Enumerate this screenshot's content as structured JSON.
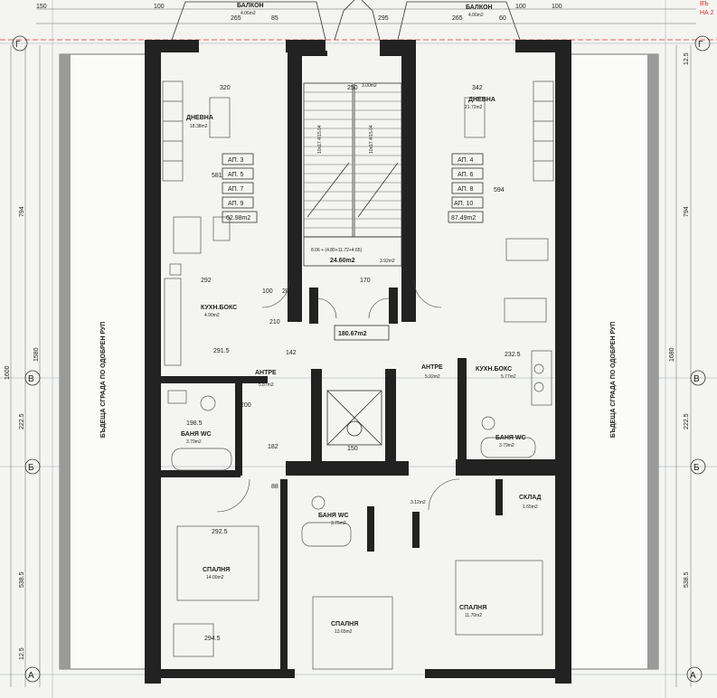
{
  "axes": {
    "top": [
      "Г",
      "Г"
    ],
    "upper": [
      "В",
      "В"
    ],
    "middle": [
      "Б",
      "Б"
    ],
    "bottom": [
      "А",
      "А"
    ]
  },
  "balconies": [
    {
      "label": "БАЛКОН",
      "area": "4.06m2"
    },
    {
      "label": "БАЛКОН",
      "area": "4.06m2"
    }
  ],
  "corner_red": [
    "ВЪ",
    "НА 2"
  ],
  "neighbor_left": "БЪДЕЩА СГРАДА ПО ОДОБРЕН РУП",
  "neighbor_right": "БЪДЕЩА СГРАДА ПО ОДОБРЕН РУП",
  "left_apartment": {
    "living": {
      "name": "ДНЕВНА",
      "area": "18.38m2"
    },
    "apartments": [
      "АП. 3",
      "АП. 5",
      "АП. 7",
      "АП. 9"
    ],
    "total": "62.98m2",
    "kitchen": {
      "name": "КУХН.БОКС",
      "area": "4.90m2"
    },
    "hall": {
      "name": "АНТРЕ",
      "area": "5.87m2"
    },
    "bath": {
      "name": "БАНЯ WC",
      "area": "3.79m2"
    },
    "bedroom": {
      "name": "СПАЛНЯ",
      "area": "14.00m2"
    }
  },
  "right_apartment": {
    "living": {
      "name": "ДНЕВНА",
      "area": "21.72m2"
    },
    "apartments": [
      "АП. 4",
      "АП. 6",
      "АП. 8",
      "АП. 10"
    ],
    "total": "87.49m2",
    "kitchen": {
      "name": "КУХН.БОКС",
      "area": "5.77m2"
    },
    "hall": {
      "name": "АНТРЕ",
      "area": "5.92m2"
    },
    "bath": {
      "name": "БАНЯ WC",
      "area": "3.79m2"
    },
    "storage": {
      "name": "СКЛАД",
      "area": "1.65m2"
    },
    "bedroom": {
      "name": "СПАЛНЯ",
      "area": "11.70m2"
    }
  },
  "center_apartment": {
    "bath": {
      "name": "БАНЯ WC",
      "area": "3.75m2"
    },
    "hall_area": "3.12m2",
    "bedroom": {
      "name": "СПАЛНЯ",
      "area": "13.65m2"
    }
  },
  "stair": {
    "area": "24.60m2",
    "total": "180.67m2",
    "landing": "3.00m2",
    "steps": [
      "10x17.4/15.04",
      "10x17.4/15.04"
    ],
    "formula": "8.06 + (4.80+11.72+4.65)",
    "landing2": "3.92m2"
  },
  "dims": {
    "top": [
      "150",
      "100",
      "265",
      "85",
      "295",
      "100",
      "100",
      "265",
      "60"
    ],
    "side_left": [
      "794",
      "1600",
      "1580",
      "222.5",
      "538.5",
      "12.5"
    ],
    "side_right": [
      "794",
      "1680",
      "222.5",
      "538.5",
      "12.5"
    ],
    "misc": [
      "320",
      "342",
      "250",
      "581",
      "594",
      "292",
      "200",
      "291.5",
      "170",
      "232.5",
      "198.5",
      "182",
      "150",
      "292.5",
      "294.5",
      "100",
      "210",
      "20",
      "142",
      "88"
    ]
  }
}
